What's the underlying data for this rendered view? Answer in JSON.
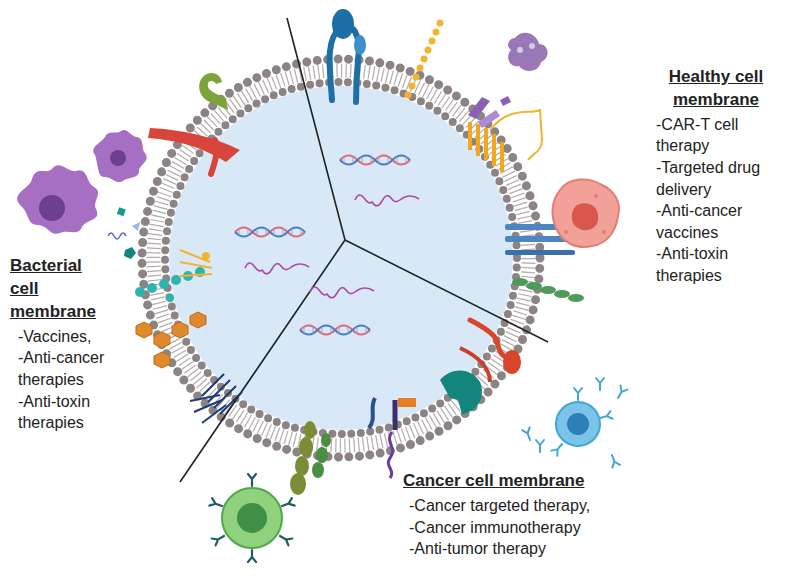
{
  "diagram": {
    "labels": [
      "Healthy cell membrane",
      "-CAR-T cell therapy",
      "-Targeted drug delivery",
      "-Anti-cancer vaccines",
      "-Anti-toxin therapies",
      "Bacterial cell membrane",
      "-Vaccines,",
      "-Anti-cancer therapies",
      "-Anti-toxin therapies",
      "Cancer cell membrane",
      "-Cancer targeted therapy,",
      "-Cancer immunotherapy",
      "-Anti-tumor therapy"
    ]
  }
}
